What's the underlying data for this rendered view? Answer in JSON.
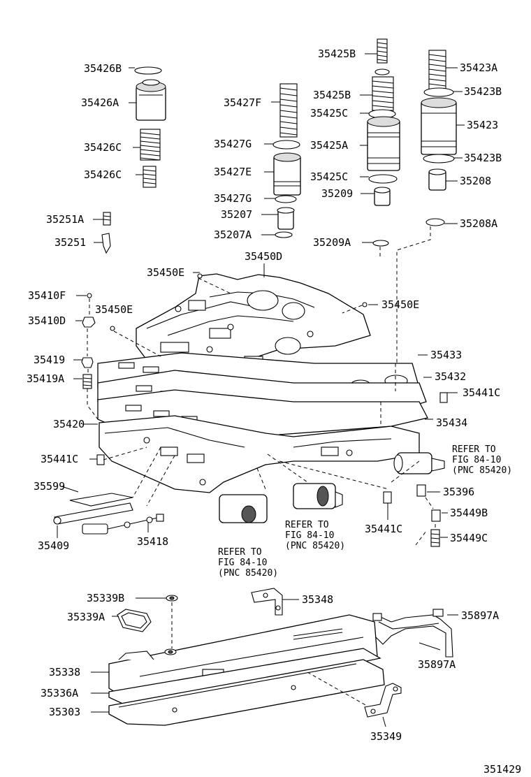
{
  "labels": {
    "p35426B": "35426B",
    "p35426A": "35426A",
    "p35426C_1": "35426C",
    "p35426C_2": "35426C",
    "p35427F": "35427F",
    "p35427G_1": "35427G",
    "p35427E": "35427E",
    "p35427G_2": "35427G",
    "p35207": "35207",
    "p35207A": "35207A",
    "p35425B_1": "35425B",
    "p35425B_2": "35425B",
    "p35425C_1": "35425C",
    "p35425A": "35425A",
    "p35425C_2": "35425C",
    "p35209": "35209",
    "p35423A": "35423A",
    "p35423B_1": "35423B",
    "p35423": "35423",
    "p35423B_2": "35423B",
    "p35208": "35208",
    "p35208A": "35208A",
    "p35209A": "35209A",
    "p35251A": "35251A",
    "p35251": "35251",
    "p35450D": "35450D",
    "p35450E_1": "35450E",
    "p35450E_2": "35450E",
    "p35450E_3": "35450E",
    "p35410F": "35410F",
    "p35410D": "35410D",
    "p35419": "35419",
    "p35419A": "35419A",
    "p35433": "35433",
    "p35432": "35432",
    "p35441C_1": "35441C",
    "p35420": "35420",
    "p35434": "35434",
    "p35441C_2": "35441C",
    "p35599": "35599",
    "p35396": "35396",
    "p35449B": "35449B",
    "p35409": "35409",
    "p35418": "35418",
    "p35441C_3": "35441C",
    "p35449C": "35449C",
    "p35339B": "35339B",
    "p35348": "35348",
    "p35339A": "35339A",
    "p35897A_1": "35897A",
    "p35338": "35338",
    "p35897A_2": "35897A",
    "p35336A": "35336A",
    "p35303": "35303",
    "p35349": "35349"
  },
  "refers": {
    "r1": {
      "line1": "REFER TO",
      "line2": "FIG 84-10",
      "line3": "(PNC 85420)"
    },
    "r2": {
      "line1": "REFER TO",
      "line2": "FIG 84-10",
      "line3": "(PNC 85420)"
    },
    "r3": {
      "line1": "REFER TO",
      "line2": "FIG 84-10",
      "line3": "(PNC 85420)"
    }
  },
  "figure_number": "351429"
}
